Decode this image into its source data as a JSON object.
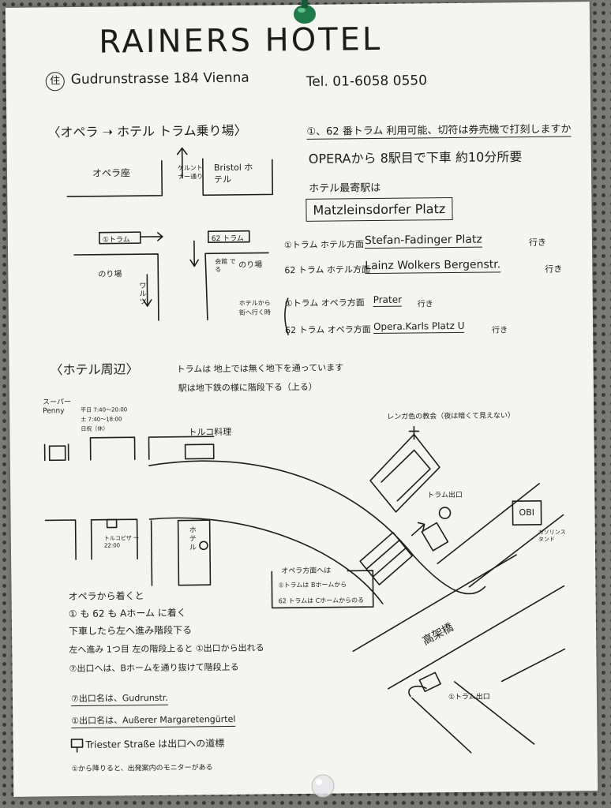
{
  "header": {
    "title": "RAINERS HOTEL",
    "address_mark": "住",
    "address": "Gudrunstrasse 184 Vienna",
    "tel": "Tel. 01-6058 0550"
  },
  "route_section": {
    "heading": "〈オペラ ➝ ホテル トラム乗り場〉",
    "opera_building": "オペラ座",
    "street_label": "ケルントナー通り",
    "bristol_label": "Bristol ホテル",
    "tram1_sign": "①トラム",
    "tram62_sign": "62 トラム",
    "noriba_left": "のり場",
    "noriba_right": "のり場",
    "wienzeile_label": "ワルツ",
    "kaikan_label": "会館 でる"
  },
  "info": {
    "line1": "①、62 番トラム 利用可能、切符は券売機で打刻しますか",
    "line2": "OPERAから 8駅目で下車 約10分所要",
    "nearest_label": "ホテル最寄駅は",
    "nearest_station": "Matzleinsdorfer Platz",
    "dir1_prefix": "①トラム ホテル方面",
    "dir1_dest": "Stefan-Fadinger Platz",
    "dir1_suffix": "行き",
    "dir2_prefix": "62 トラム ホテル方面",
    "dir2_dest": "Lainz Wolkers Bergenstr.",
    "dir2_suffix": "行き",
    "from_hotel_label": "ホテルから 街へ行く時",
    "back1_prefix": "①トラム オペラ方面",
    "back1_dest": "Prater",
    "back1_suffix": "行き",
    "back2_prefix": "62 トラム オペラ方面",
    "back2_dest": "Opera.Karls Platz U",
    "back2_suffix": "行き"
  },
  "area_section": {
    "heading": "〈ホテル周辺〉",
    "note1": "トラムは 地上では無く地下を通っています",
    "note2": "駅は地下鉄の様に階段下る（上る）",
    "super_label": "スーパー Penny",
    "hours1": "平日 7:40〜20:00",
    "hours2": "土 7:40〜18:00",
    "hours3": "日祝（休）",
    "turkish": "トルコ料理",
    "church": "レンガ色の教会（夜は暗くて見えない）",
    "tram_exit": "トラム出口",
    "obi": "OBI",
    "gas": "ガソリンスタンド",
    "hotel_box": "ホテル",
    "pizza": "トルコピザ 〜22:00",
    "opera_dir_title": "オペラ方面へは",
    "opera_dir1": "①トラムは Bホームから",
    "opera_dir2": "62 トラムは Cホームからのる",
    "bridge": "高架橋",
    "tram_exit_bottom": "①トラム出口"
  },
  "arrival": {
    "title": "オペラから着くと",
    "l1": "① も 62 も Aホーム に着く",
    "l2": "下車したら左へ進み階段下る",
    "l3": "左へ進み 1つ目 左の階段上ると ①出口から出れる",
    "l4": "⑦出口へは、Bホームを通り抜けて階段上る",
    "exit7": "⑦出口名は、Gudrunstr.",
    "exit1": "①出口名は、Außerer Margaretengürtel",
    "triester": "Triester Straße は出口への道標",
    "monitor": "①から降りると、出発案内のモニターがある"
  }
}
